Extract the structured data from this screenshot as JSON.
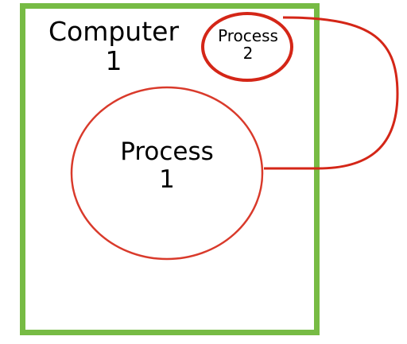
{
  "computer": {
    "label_line1": "Computer",
    "label_line2": "1",
    "border_color": "#77bb44"
  },
  "process1": {
    "label_line1": "Process",
    "label_line2": "1",
    "stroke_color": "#d93a2b"
  },
  "process2": {
    "label_line1": "Process",
    "label_line2": "2",
    "stroke_color": "#d42617"
  },
  "connector": {
    "color": "#d42617"
  }
}
